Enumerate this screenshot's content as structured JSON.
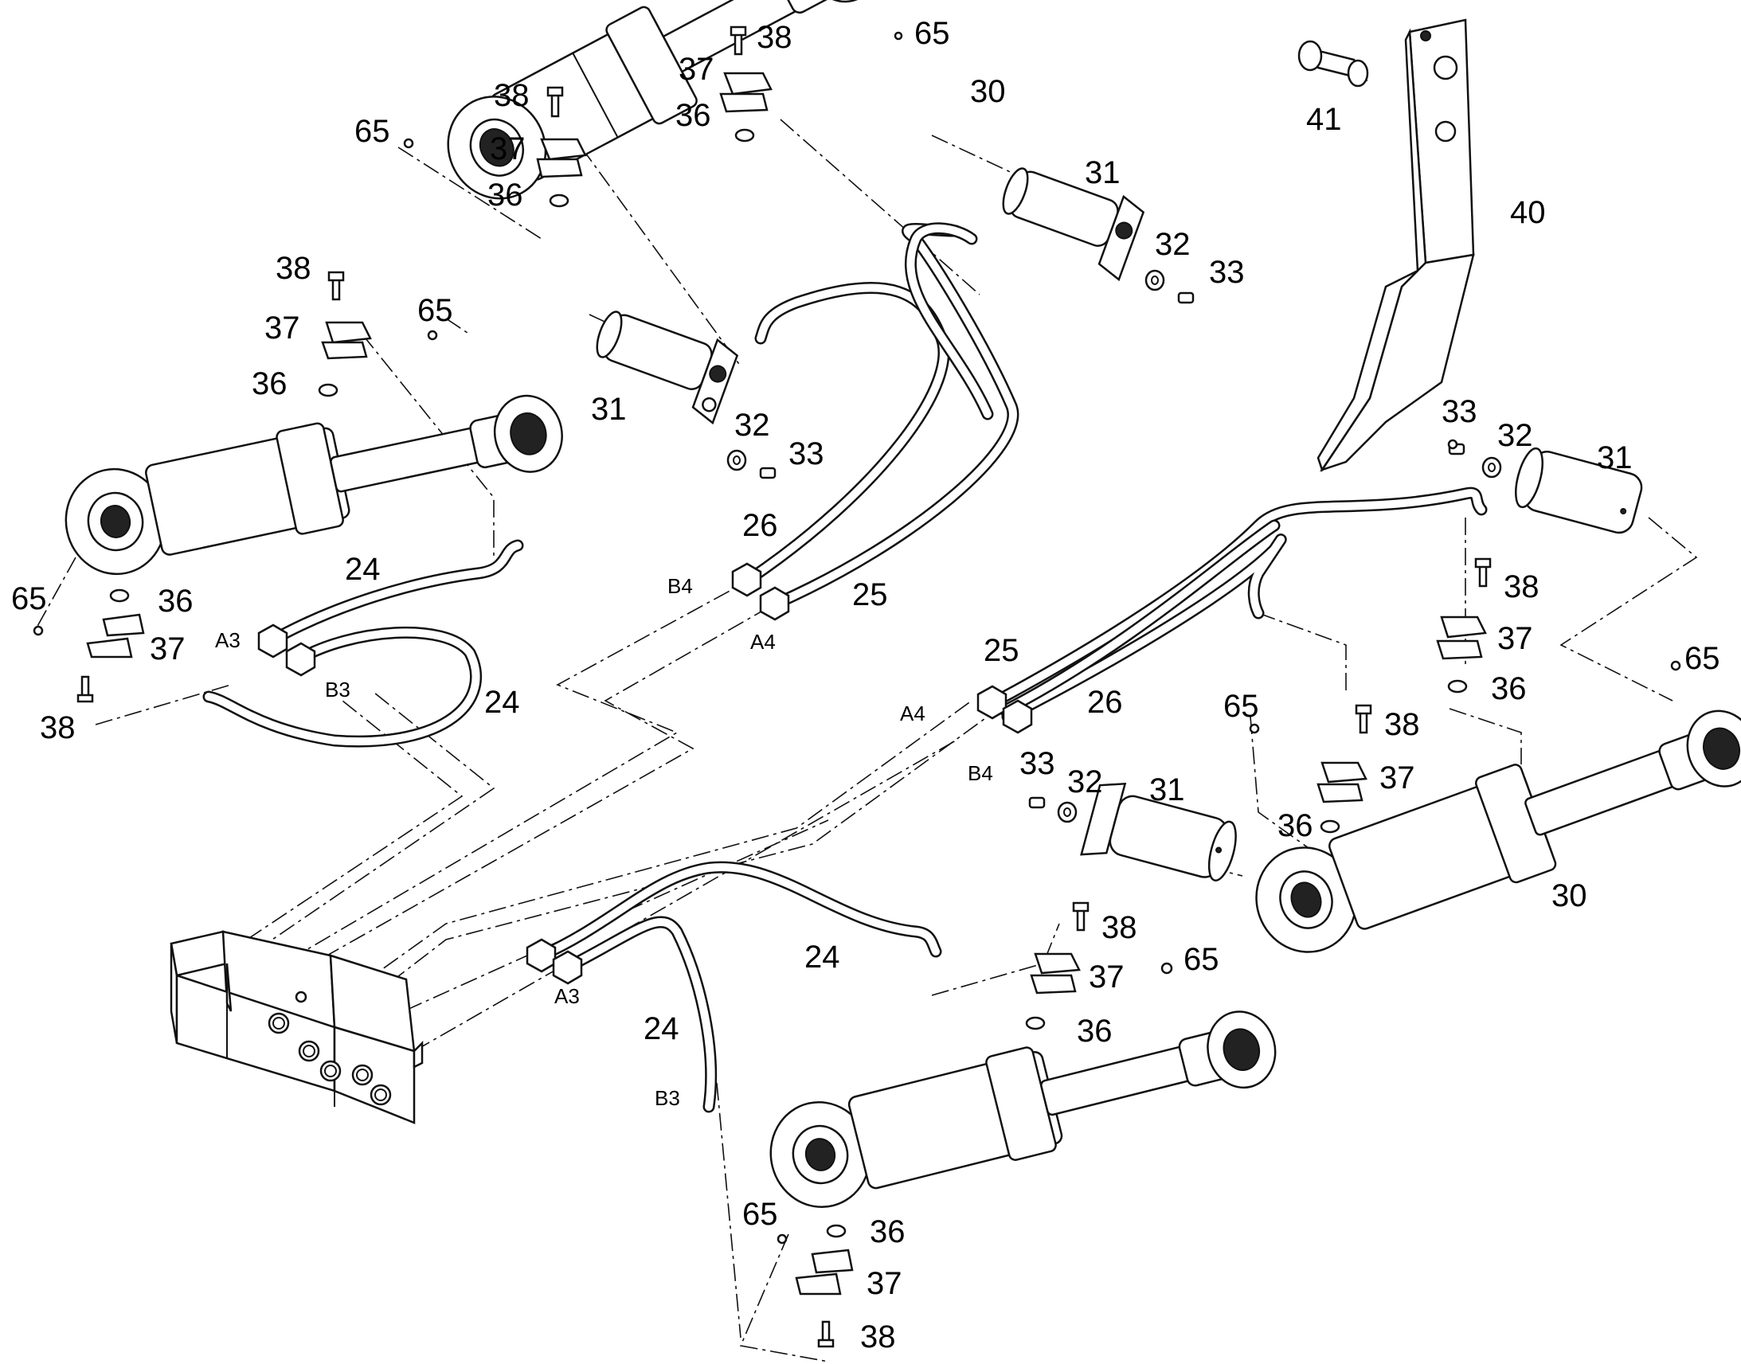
{
  "callouts": [
    {
      "label": "38"
    },
    {
      "label": "37"
    },
    {
      "label": "36"
    },
    {
      "label": "65"
    },
    {
      "label": "30"
    },
    {
      "label": "38"
    },
    {
      "label": "65"
    },
    {
      "label": "37"
    },
    {
      "label": "36"
    },
    {
      "label": "31"
    },
    {
      "label": "32"
    },
    {
      "label": "33"
    },
    {
      "label": "41"
    },
    {
      "label": "40"
    },
    {
      "label": "38"
    },
    {
      "label": "37"
    },
    {
      "label": "65"
    },
    {
      "label": "36"
    },
    {
      "label": "31"
    },
    {
      "label": "32"
    },
    {
      "label": "33"
    },
    {
      "label": "26"
    },
    {
      "label": "25"
    },
    {
      "label": "24"
    },
    {
      "label": "65"
    },
    {
      "label": "36"
    },
    {
      "label": "37"
    },
    {
      "label": "38"
    },
    {
      "label": "24"
    },
    {
      "label": "33"
    },
    {
      "label": "32"
    },
    {
      "label": "31"
    },
    {
      "label": "38"
    },
    {
      "label": "37"
    },
    {
      "label": "36"
    },
    {
      "label": "65"
    },
    {
      "label": "25"
    },
    {
      "label": "26"
    },
    {
      "label": "65"
    },
    {
      "label": "38"
    },
    {
      "label": "37"
    },
    {
      "label": "36"
    },
    {
      "label": "33"
    },
    {
      "label": "32"
    },
    {
      "label": "31"
    },
    {
      "label": "30"
    },
    {
      "label": "38"
    },
    {
      "label": "65"
    },
    {
      "label": "37"
    },
    {
      "label": "24"
    },
    {
      "label": "36"
    },
    {
      "label": "24"
    },
    {
      "label": "65"
    },
    {
      "label": "36"
    },
    {
      "label": "37"
    },
    {
      "label": "38"
    }
  ],
  "ports": [
    {
      "label": "B4"
    },
    {
      "label": "A4"
    },
    {
      "label": "A3"
    },
    {
      "label": "B3"
    },
    {
      "label": "A4"
    },
    {
      "label": "B4"
    },
    {
      "label": "A3"
    },
    {
      "label": "B3"
    }
  ]
}
